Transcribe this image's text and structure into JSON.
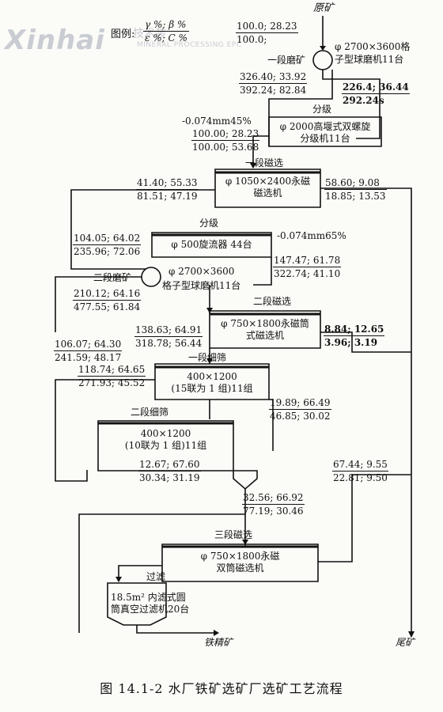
{
  "watermark": {
    "brand": "Xinhai",
    "sub": "技术装",
    "sub2": "MINERAL PROCESSING EPC"
  },
  "legend": {
    "label": "图例:",
    "top": "γ %;  β %",
    "bottom": "ε %;  C %"
  },
  "labels": {
    "raw_ore": "原矿",
    "mill1": "一段磨矿",
    "classify1": "分级",
    "size1": "-0.074mm45%",
    "mag1": "一段磁选",
    "classify2": "分级",
    "size2": "-0.074mm65%",
    "mill2": "二段磨矿",
    "mag2": "二段磁选",
    "screen1": "一段细筛",
    "screen2": "二段细筛",
    "mag3": "三段磁选",
    "filter": "过滤",
    "iron_conc": "铁精矿",
    "tailings": "尾矿"
  },
  "equipment": {
    "mill1_a": "φ 2700×3600格",
    "mill1_b": "子型球磨机11台",
    "classifier_a": "φ 2000高堰式双螺旋",
    "classifier_b": "分级机11台",
    "mag1_a": "φ 1050×2400永磁",
    "mag1_b": "磁选机",
    "cyclone": "φ 500旋流器 44台",
    "mill2_a": "φ 2700×3600",
    "mill2_b": "格子型球磨机11台",
    "mag2_a": "φ 750×1800永磁筒",
    "mag2_b": "式磁选机",
    "screen1_a": "400×1200",
    "screen1_b": "(15联为 1 组)11组",
    "screen2_a": "400×1200",
    "screen2_b": "(10联为 1 组)11组",
    "mag3_a": "φ 750×1800永磁",
    "mag3_b": "双筒磁选机",
    "filter_a": "18.5m² 内滤式圆",
    "filter_b": "筒真空过滤机20台"
  },
  "streams": {
    "feed": {
      "top": "100.0; 28.23",
      "bot": "100.0;"
    },
    "mill1_out": {
      "top": "326.40; 33.92",
      "bot": "392.24; 82.84"
    },
    "return1": {
      "top": "226.4; 36.44",
      "bot": "292.24s"
    },
    "class1_over": {
      "top": "100.00; 28.23",
      "bot": "100.00; 53.68"
    },
    "mag1_conc": {
      "top": "41.40; 55.33",
      "bot": "81.51; 47.19"
    },
    "mag1_tail": {
      "top": "58.60; 9.08",
      "bot": "18.85; 13.53"
    },
    "cyc_feed": {
      "top": "104.05; 64.02",
      "bot": "235.96; 72.06"
    },
    "cyc_under": {
      "top": "147.47; 61.78",
      "bot": "322.74; 41.10"
    },
    "mill2_out": {
      "top": "210.12; 64.16",
      "bot": "477.55; 61.84"
    },
    "mag2_feed": {
      "top": "138.63; 64.91",
      "bot": "318.78; 56.44"
    },
    "mag2_tail": {
      "top": "8.84; 12.65",
      "bot": "3.96; 3.19"
    },
    "return2": {
      "top": "106.07; 64.30",
      "bot": "241.59; 48.17"
    },
    "screen1_feed": {
      "top": "118.74; 64.65",
      "bot": "271.93; 45.52"
    },
    "screen1_over": {
      "top": "19.89; 66.49",
      "bot": "46.85; 30.02"
    },
    "screen2_under": {
      "top": "12.67; 67.60",
      "bot": "30.34; 31.19"
    },
    "mag3_tail": {
      "top": "67.44; 9.55",
      "bot": "22.81; 9.50"
    },
    "mag3_feed": {
      "top": "32.56; 66.92",
      "bot": "77.19; 30.46"
    }
  },
  "caption": "图  14.1-2   水厂铁矿选矿厂选矿工艺流程"
}
